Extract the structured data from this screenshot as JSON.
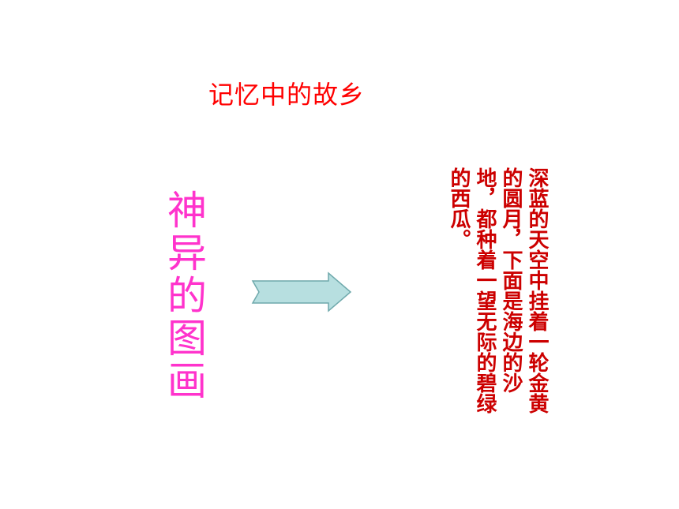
{
  "slide": {
    "title": "记忆中的故乡",
    "vertical_heading": "神异的图画",
    "arrow_icon": "right-arrow-icon",
    "poem": "深蓝的天空中挂着一轮金黄的圆月，下面是海边的沙地，都种着一望无际的碧绿的西瓜。",
    "colors": {
      "title": "#ff0000",
      "heading": "#ff33cc",
      "poem": "#cc0000",
      "arrow_fill": "#b7dfe0",
      "arrow_stroke": "#6fa9ac"
    }
  }
}
